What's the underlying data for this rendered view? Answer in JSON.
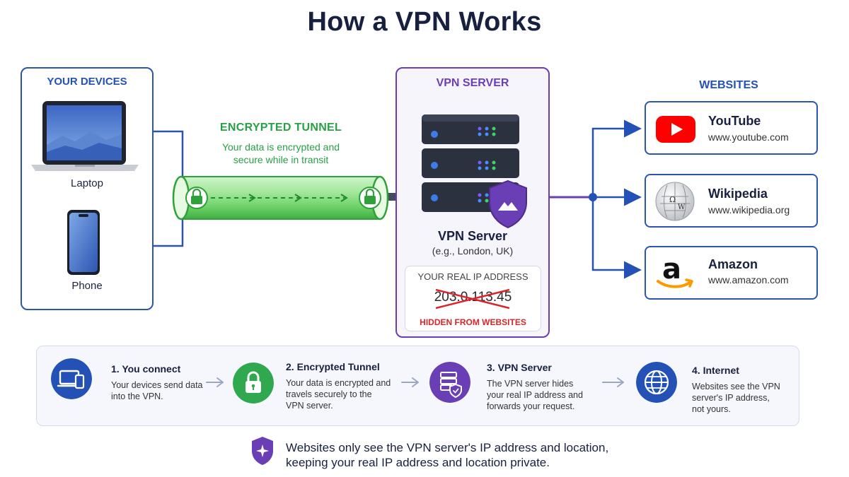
{
  "title": "How a VPN Works",
  "devices": {
    "heading": "YOUR DEVICES",
    "laptop_label": "Laptop",
    "phone_label": "Phone"
  },
  "tunnel": {
    "heading": "ENCRYPTED TUNNEL",
    "desc_line1": "Your data is encrypted and",
    "desc_line2": "secure while in transit"
  },
  "server": {
    "heading": "VPN SERVER",
    "name": "VPN Server",
    "location": "(e.g., London, UK)",
    "ip_label": "YOUR REAL IP ADDRESS",
    "ip_value": "203.0.113.45",
    "ip_hidden": "HIDDEN FROM WEBSITES"
  },
  "websites": {
    "heading": "WEBSITES",
    "items": [
      {
        "name": "YouTube",
        "url": "www.youtube.com",
        "icon": "youtube-icon"
      },
      {
        "name": "Wikipedia",
        "url": "www.wikipedia.org",
        "icon": "wikipedia-icon"
      },
      {
        "name": "Amazon",
        "url": "www.amazon.com",
        "icon": "amazon-icon"
      }
    ]
  },
  "steps": [
    {
      "title": "1. You connect",
      "desc": [
        "Your devices send data",
        "into the VPN."
      ],
      "icon": "devices-icon",
      "color": "#2451b5"
    },
    {
      "title": "2. Encrypted Tunnel",
      "desc": [
        "Your data is encrypted and",
        "travels securely to the",
        "VPN server."
      ],
      "icon": "lock-icon",
      "color": "#2fa84f"
    },
    {
      "title": "3. VPN Server",
      "desc": [
        "The VPN server hides",
        "your real IP address and",
        "forwards your request."
      ],
      "icon": "server-shield-icon",
      "color": "#6a3fb5"
    },
    {
      "title": "4. Internet",
      "desc": [
        "Websites see the VPN",
        "server's IP address,",
        "not yours."
      ],
      "icon": "globe-icon",
      "color": "#2451b5"
    }
  ],
  "footer": {
    "line1": "Websites only see the VPN server's IP address and location,",
    "line2": "keeping your real IP address and location private."
  },
  "colors": {
    "blue": "#2451b5",
    "green": "#2fa84f",
    "purple": "#6a3fb5",
    "red": "#d9262c",
    "navy": "#18203f"
  }
}
